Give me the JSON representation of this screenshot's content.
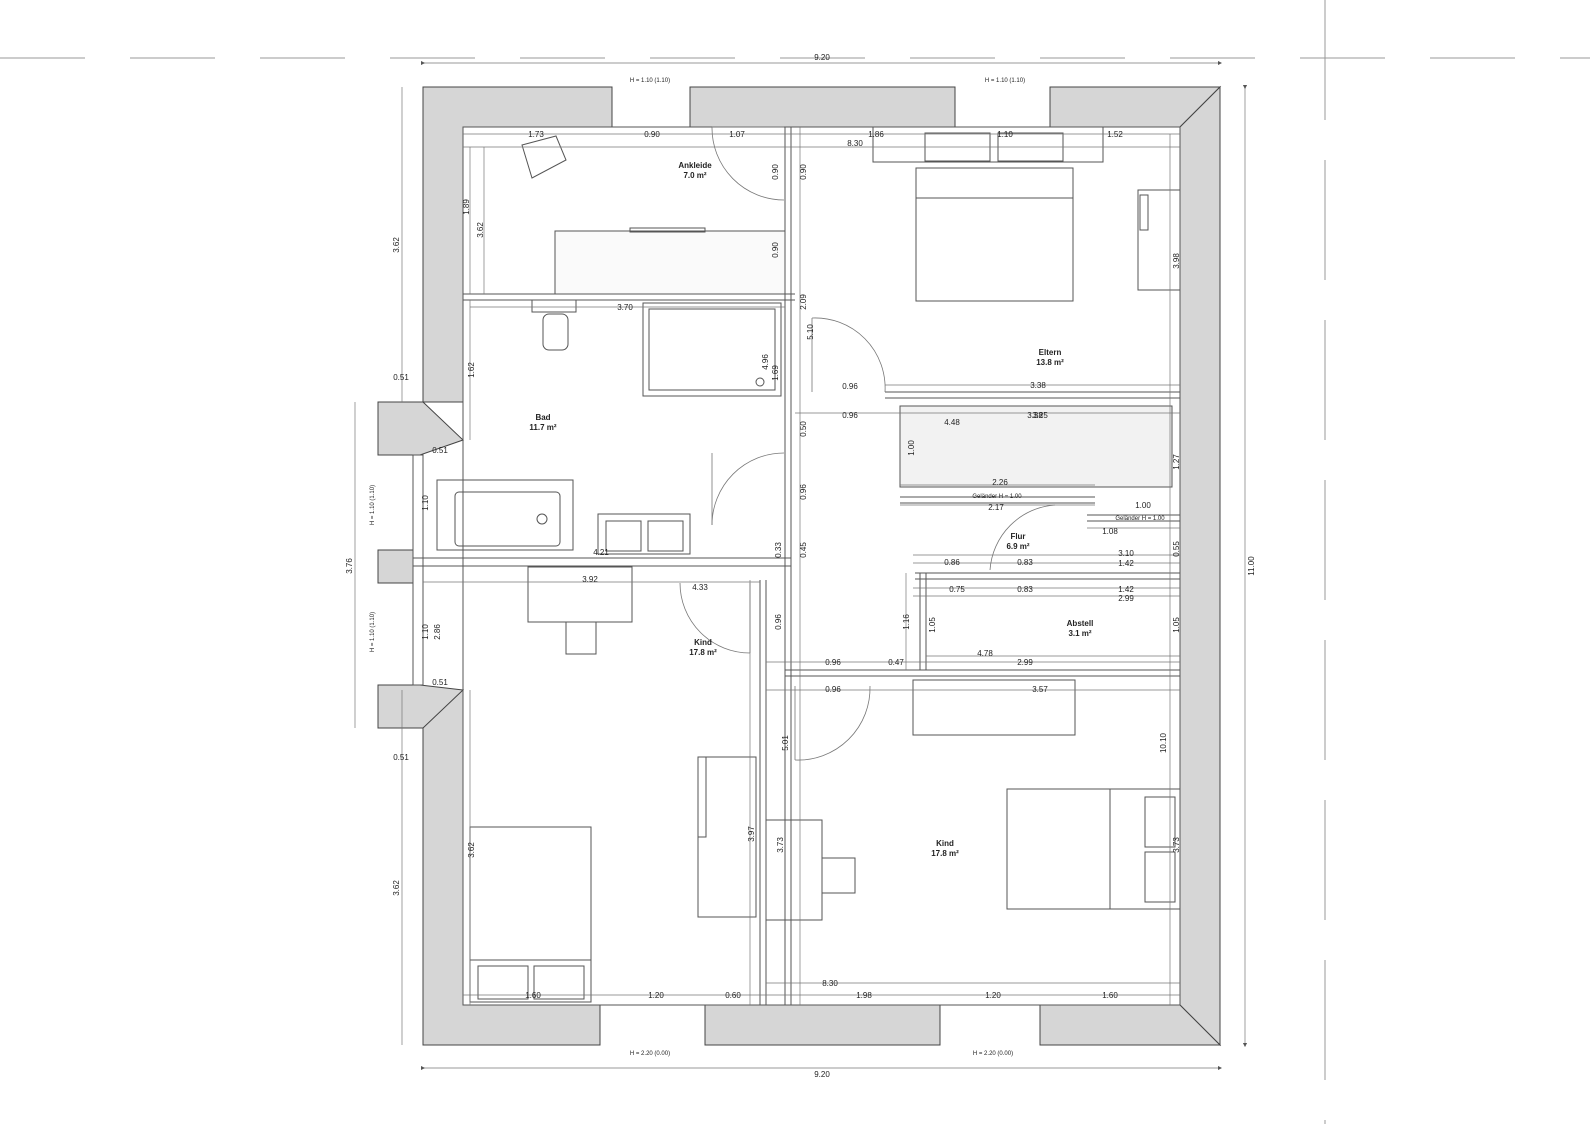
{
  "rooms": {
    "ankleide": {
      "name": "Ankleide",
      "area": "7.0 m²"
    },
    "eltern": {
      "name": "Eltern",
      "area": "13.8 m²"
    },
    "bad": {
      "name": "Bad",
      "area": "11.7 m²"
    },
    "flur": {
      "name": "Flur",
      "area": "6.9 m²"
    },
    "abstell": {
      "name": "Abstell",
      "area": "3.1 m²"
    },
    "kind_left": {
      "name": "Kind",
      "area": "17.8 m²"
    },
    "kind_right": {
      "name": "Kind",
      "area": "17.8 m²"
    }
  },
  "overall": {
    "width_top": "9.20",
    "width_bottom": "9.20",
    "height_right": "11.00",
    "height_left": "3.76"
  },
  "window_labels": {
    "top_left": "H = 1.10 (1.10)",
    "top_right": "H = 1.10 (1.10)",
    "bottom_left": "H = 2.20 (0.00)",
    "bottom_right": "H = 2.20 (0.00)",
    "left_upper": "H = 1.10 (1.10)",
    "left_lower": "H = 1.10 (1.10)"
  },
  "railings": {
    "r1": "Geländer H = 1.00",
    "r2": "Geländer H = 1.00"
  },
  "dimensions": {
    "top_1": "1.73",
    "top_2": "0.90",
    "top_3": "1.07",
    "top_4": "1.86",
    "top_5": "1.10",
    "top_6": "1.52",
    "top_overall": "8.30",
    "ank_h1": "1.89",
    "ank_h2": "3.62",
    "ank_door": "0.90",
    "ank_door2": "0.90",
    "ank_door3": "0.90",
    "ank_w": "3.70",
    "left_upper": "3.62",
    "left_lower": "3.62",
    "off_1": "0.51",
    "off_2": "0.51",
    "off_3": "0.51",
    "off_4": "0.51",
    "bad_h": "1.62",
    "bad_1": "4.96",
    "bad_2": "1.69",
    "bad_3": "2.09",
    "bad_4": "5.10",
    "bad_5": "4.21",
    "bad_6": "1.10",
    "el_h": "3.98",
    "el_1": "3.38",
    "el_2": "0.96",
    "el_3": "0.96",
    "el_4": "4.48",
    "el_5": "3.25",
    "el_6": "3.38",
    "fl_1": "1.00",
    "fl_2": "2.26",
    "fl_3": "2.17",
    "fl_4": "1.27",
    "fl_5": "1.00",
    "fl_6": "1.08",
    "fl_7": "0.50",
    "fl_8": "0.96",
    "fl_9": "0.86",
    "fl_10": "0.83",
    "fl_11": "3.10",
    "fl_12": "1.42",
    "fl_13": "0.55",
    "fl_14": "0.45",
    "fl_15": "0.33",
    "ab_1": "0.75",
    "ab_2": "0.83",
    "ab_3": "1.42",
    "ab_4": "2.99",
    "ab_5": "1.05",
    "ab_6": "1.05",
    "ab_7": "1.16",
    "ab_8": "4.78",
    "ab_9": "2.99",
    "k_1": "3.92",
    "k_2": "4.33",
    "k_3": "0.96",
    "k_4": "0.96",
    "k_5": "0.47",
    "k_6": "0.96",
    "k_7": "3.57",
    "k_8": "5.01",
    "k_9": "10.10",
    "k_10": "3.62",
    "k_11": "3.97",
    "k_12": "3.73",
    "k_13": "3.73",
    "k_14": "2.86",
    "k_15": "1.10",
    "bot_1": "1.60",
    "bot_2": "1.20",
    "bot_3": "0.60",
    "bot_4": "1.98",
    "bot_5": "1.20",
    "bot_6": "1.60",
    "bot_overall": "8.30"
  }
}
